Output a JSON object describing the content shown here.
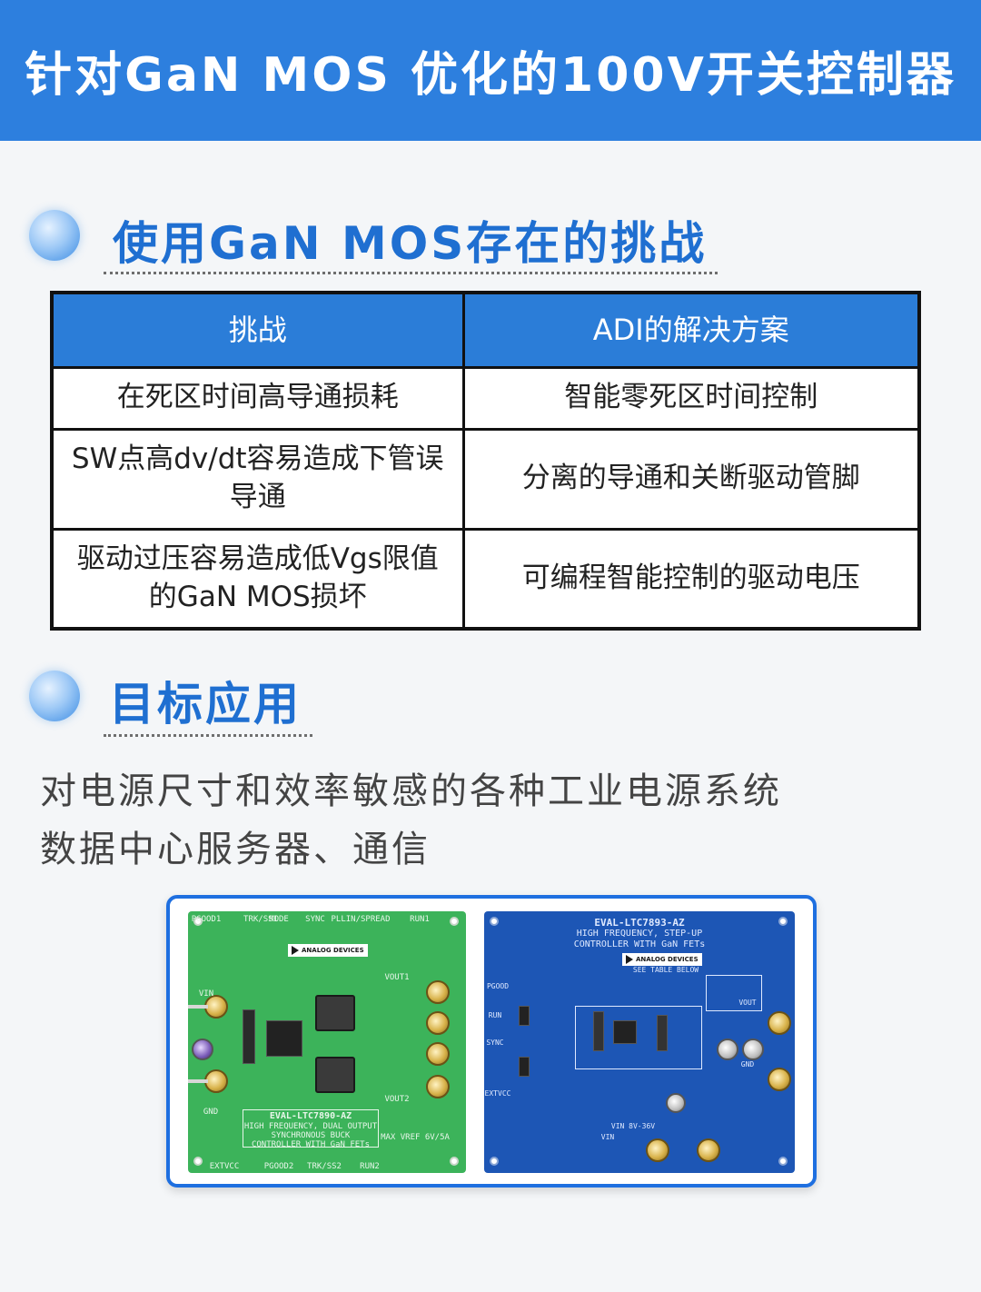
{
  "header": {
    "title": "针对GaN MOS 优化的100V开关控制器"
  },
  "section1": {
    "title": "使用GaN MOS存在的挑战"
  },
  "table": {
    "headers": [
      "挑战",
      "ADI的解决方案"
    ],
    "rows": [
      {
        "challenge": "在死区时间高导通损耗",
        "solution": "智能零死区时间控制"
      },
      {
        "challenge": "SW点高dv/dt容易造成下管误导通",
        "solution": "分离的导通和关断驱动管脚"
      },
      {
        "challenge": "驱动过压容易造成低Vgs限值的GaN MOS损坏",
        "solution": "可编程智能控制的驱动电压"
      }
    ]
  },
  "section2": {
    "title": "目标应用"
  },
  "applications": {
    "line1": "对电源尺寸和效率敏感的各种工业电源系统",
    "line2": "数据中心服务器、通信"
  },
  "boards": {
    "green": {
      "name": "EVAL-LTC7890-AZ",
      "desc1": "HIGH FREQUENCY, DUAL OUTPUT",
      "desc2": "SYNCHRONOUS BUCK",
      "desc3": "CONTROLLER WITH GaN FETs",
      "logo": "ANALOG DEVICES",
      "pins": [
        "PGOOD1",
        "TRK/SS1",
        "MODE",
        "SYNC",
        "PLLIN/SPREAD",
        "RUN1",
        "VIN",
        "GND",
        "VOUT1",
        "VOUT2",
        "EXTVCC",
        "PGOOD2",
        "TRK/SS2",
        "RUN2"
      ],
      "note": "MAX VREF 6V/5A"
    },
    "blue": {
      "name": "EVAL-LTC7893-AZ",
      "desc1": "HIGH FREQUENCY, STEP-UP",
      "desc2": "CONTROLLER WITH GaN FETs",
      "logo": "ANALOG DEVICES",
      "pins": [
        "PGOOD",
        "RUN",
        "SYNC",
        "EXTVCC",
        "GND",
        "VOUT",
        "VIN"
      ],
      "vin_label": "VIN 8V-36V",
      "note": "SEE TABLE BELOW"
    }
  },
  "colors": {
    "header_bg": "#2d7fde",
    "accent": "#1f6fd1",
    "table_header": "#2b7dd8",
    "frame_border": "#1e6fe0"
  }
}
